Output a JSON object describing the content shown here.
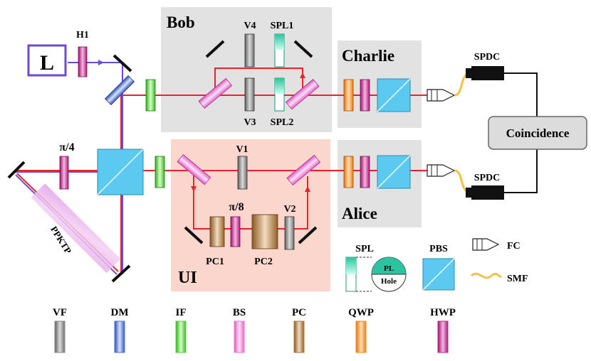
{
  "boxes": {
    "bob": "Bob",
    "charlie": "Charlie",
    "alice": "Alice",
    "ui": "UI",
    "coincidence": "Coincidence",
    "laser": "L"
  },
  "labels": {
    "h1": "H1",
    "v1": "V1",
    "v2": "V2",
    "v3": "V3",
    "v4": "V4",
    "spl1": "SPL1",
    "spl2": "SPL2",
    "pi4": "π/4",
    "pi8": "π/8",
    "pc1": "PC1",
    "pc2": "PC2",
    "ppktp": "PPKTP",
    "spdc_top": "SPDC",
    "spdc_bottom": "SPDC"
  },
  "legend": {
    "spl": "SPL",
    "spl_pl": "PL",
    "spl_hole": "Hole",
    "pbs": "PBS",
    "fc": "FC",
    "smf": "SMF",
    "items": [
      {
        "label": "VF",
        "color": "#8a8a8a"
      },
      {
        "label": "DM",
        "color": "#4f6fd0"
      },
      {
        "label": "IF",
        "color": "#5ad23a"
      },
      {
        "label": "BS",
        "color": "#f07ad8"
      },
      {
        "label": "PC",
        "color": "#a8783c"
      },
      {
        "label": "QWP",
        "color": "#f58a1e"
      },
      {
        "label": "HWP",
        "color": "#c0288c"
      }
    ]
  },
  "colors": {
    "beam": "#e8232a",
    "pump": "#6a4ad8",
    "bob_box": "#e2e2e2",
    "ui_box": "#fbd6cc",
    "pbs_fill": "#5ccaf0",
    "coincidence_fill": "#dcdcdc"
  }
}
